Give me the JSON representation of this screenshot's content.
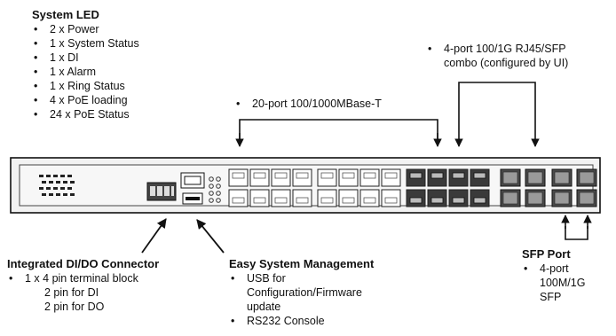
{
  "system_led": {
    "title": "System LED",
    "items": [
      "2 x Power",
      "1 x System Status",
      "1 x DI",
      "1 x Alarm",
      "1 x Ring Status",
      "4 x PoE loading",
      "24 x PoE Status"
    ]
  },
  "rj45_ports": {
    "label": "20-port 100/1000MBase-T"
  },
  "combo_ports": {
    "line1": "4-port 100/1G RJ45/SFP",
    "line2": "combo (configured by UI)"
  },
  "dido": {
    "title": "Integrated DI/DO Connector",
    "item": "1 x 4 pin terminal block",
    "sub1": "2 pin for DI",
    "sub2": "2 pin for DO"
  },
  "mgmt": {
    "title": "Easy System Management",
    "usb_l1": "USB for",
    "usb_l2": "Configuration/Firmware",
    "usb_l3": "update",
    "rs232": "RS232 Console"
  },
  "sfp": {
    "title": "SFP Port",
    "l1": "4-port",
    "l2": "100M/1G",
    "l3": "SFP"
  }
}
